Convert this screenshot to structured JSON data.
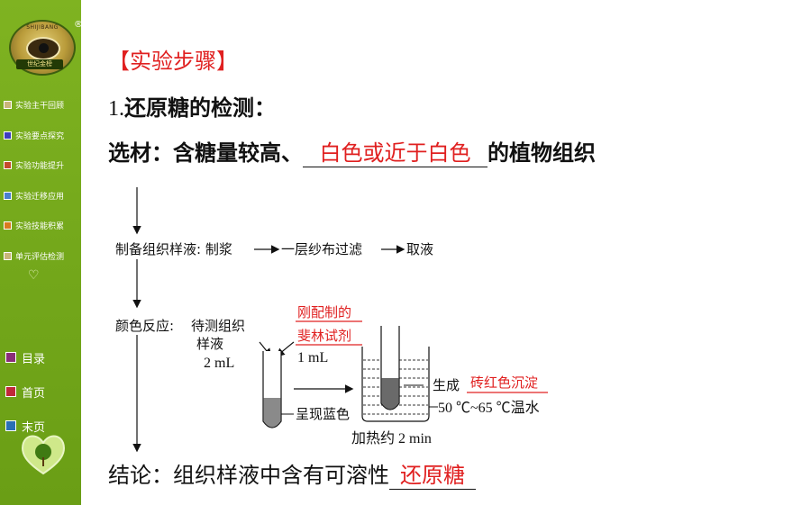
{
  "sidebar": {
    "logo_text": "SHIJIBANG",
    "logo_band": "世纪金榜",
    "logo_mark": "®",
    "menu": [
      {
        "label": "实验主干回顾",
        "color": "#c9b57a"
      },
      {
        "label": "实验要点探究",
        "color": "#3d3dbf"
      },
      {
        "label": "实验功能提升",
        "color": "#c44b2c"
      },
      {
        "label": "实验迁移应用",
        "color": "#4a7fd0"
      },
      {
        "label": "实验技能积累",
        "color": "#d97a1f"
      },
      {
        "label": "单元评估检测",
        "color": "#c9b57a"
      }
    ],
    "nav": [
      {
        "label": "目录",
        "color": "#8a2d7a"
      },
      {
        "label": "首页",
        "color": "#c0283a"
      },
      {
        "label": "末页",
        "color": "#2a6fb5"
      }
    ]
  },
  "main": {
    "heading": "【实验步骤】",
    "line1_prefix": "1.",
    "line1_text": "还原糖的检测：",
    "line2_prefix": "选材：含糖量较高、",
    "line2_answer": "白色或近于白色",
    "line2_suffix": "的植物组织",
    "diagram": {
      "step1": "制备组织样液: 制浆",
      "step1_mid": "一层纱布过滤",
      "step1_end": "取液",
      "step2_label": "颜色反应:",
      "sample_label_1": "待测组织",
      "sample_label_2": "样液",
      "sample_volume": "2 mL",
      "reagent_1": "刚配制的",
      "reagent_2": "斐林试剂",
      "reagent_volume": "1 mL",
      "blue_label": "呈现蓝色",
      "result_prefix": "生成",
      "result_answer": "砖红色沉淀",
      "bath_label": "50 ℃~65 ℃温水",
      "heat_label": "加热约 2 min"
    },
    "conclusion_prefix": "结论：组织样液中含有可溶性",
    "conclusion_answer": "还原糖"
  }
}
